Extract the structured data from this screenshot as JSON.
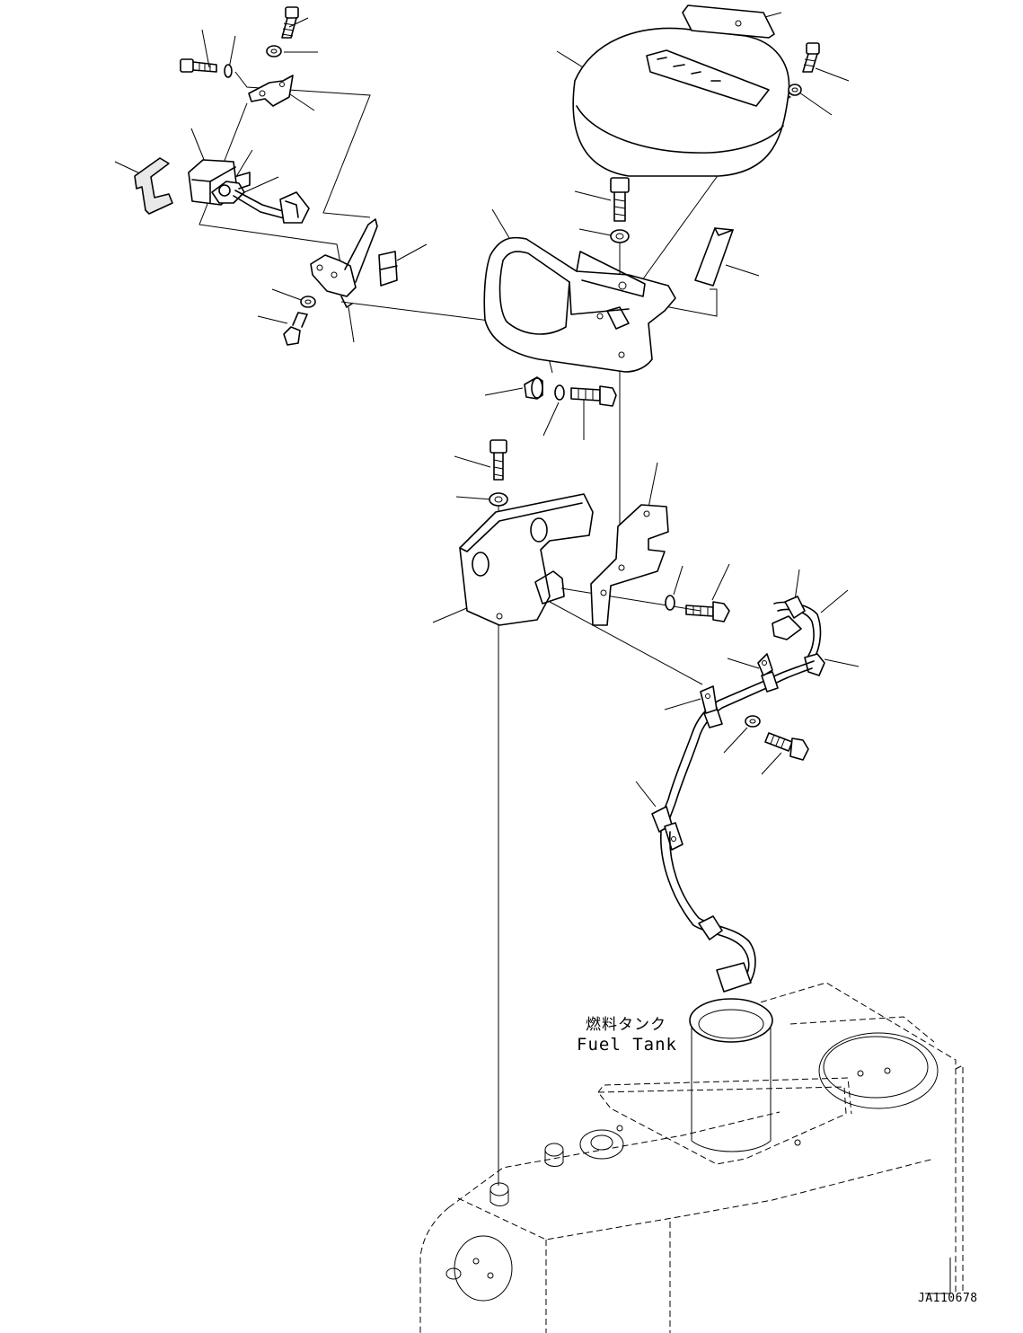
{
  "diagram": {
    "fuel_tank_label_jp": "燃料タンク",
    "fuel_tank_label_en": "Fuel Tank",
    "drawing_code": "JA110678"
  }
}
